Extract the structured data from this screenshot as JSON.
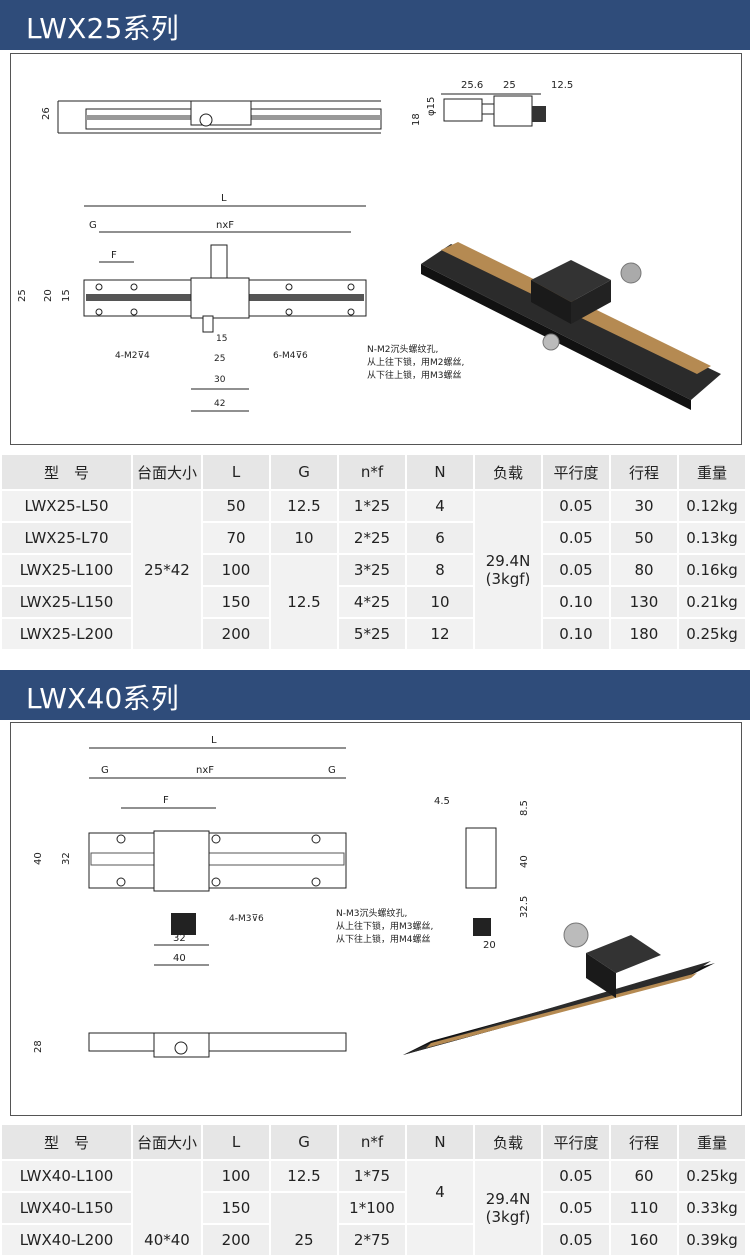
{
  "section1": {
    "title": "LWX25系列",
    "drawing": {
      "side_height": "26",
      "end_dims": [
        "25.6",
        "25",
        "12.5"
      ],
      "end_heights": [
        "18",
        "φ15"
      ],
      "top_L": "L",
      "top_nxF": "nxF",
      "top_G": "G",
      "top_F": "F",
      "left_dims": [
        "25",
        "20",
        "15"
      ],
      "bottom_dims": [
        "15",
        "25",
        "30",
        "42"
      ],
      "note_left": "4-M2⊽4",
      "note_mid": "6-M4⊽6",
      "note_right": [
        "N-M2沉头螺纹孔,",
        "从上往下锁，用M2螺丝,",
        "从下往上锁，用M3螺丝"
      ]
    },
    "table": {
      "headers": [
        "型　号",
        "台面大小",
        "L",
        "G",
        "n*f",
        "N",
        "负载",
        "平行度",
        "行程",
        "重量"
      ],
      "models": [
        "LWX25-L50",
        "LWX25-L70",
        "LWX25-L100",
        "LWX25-L150",
        "LWX25-L200"
      ],
      "table_size": "25*42",
      "L": [
        "50",
        "70",
        "100",
        "150",
        "200"
      ],
      "G": [
        "12.5",
        "10",
        "12.5"
      ],
      "nf": [
        "1*25",
        "2*25",
        "3*25",
        "4*25",
        "5*25"
      ],
      "N": [
        "4",
        "6",
        "8",
        "10",
        "12"
      ],
      "load": [
        "29.4N",
        "(3kgf)"
      ],
      "parallelism": [
        "0.05",
        "0.05",
        "0.05",
        "0.10",
        "0.10"
      ],
      "stroke": [
        "30",
        "50",
        "80",
        "130",
        "180"
      ],
      "weight": [
        "0.12kg",
        "0.13kg",
        "0.16kg",
        "0.21kg",
        "0.25kg"
      ]
    }
  },
  "section2": {
    "title": "LWX40系列",
    "drawing": {
      "top_L": "L",
      "top_G_left": "G",
      "top_nxF": "nxF",
      "top_G_right": "G",
      "top_F": "F",
      "left_dims": [
        "40",
        "32"
      ],
      "bottom_dims": [
        "32",
        "40"
      ],
      "note_left": "4-M3⊽6",
      "note_right": [
        "N-M3沉头螺纹孔,",
        "从上往下锁，用M3螺丝,",
        "从下往上锁，用M4螺丝"
      ],
      "end_dims": [
        "4.5",
        "8.5",
        "40",
        "32.5",
        "20"
      ],
      "side_height": "28"
    },
    "table": {
      "headers": [
        "型　号",
        "台面大小",
        "L",
        "G",
        "n*f",
        "N",
        "负载",
        "平行度",
        "行程",
        "重量"
      ],
      "models": [
        "LWX40-L100",
        "LWX40-L150",
        "LWX40-L200"
      ],
      "table_size": "40*40",
      "L": [
        "100",
        "150",
        "200"
      ],
      "G": [
        "12.5",
        "25"
      ],
      "nf": [
        "1*75",
        "1*100",
        "2*75"
      ],
      "N": [
        "4"
      ],
      "load": [
        "29.4N",
        "(3kgf)"
      ],
      "parallelism": [
        "0.05",
        "0.05",
        "0.05"
      ],
      "stroke": [
        "60",
        "110",
        "160"
      ],
      "weight": [
        "0.25kg",
        "0.33kg",
        "0.39kg"
      ]
    }
  }
}
